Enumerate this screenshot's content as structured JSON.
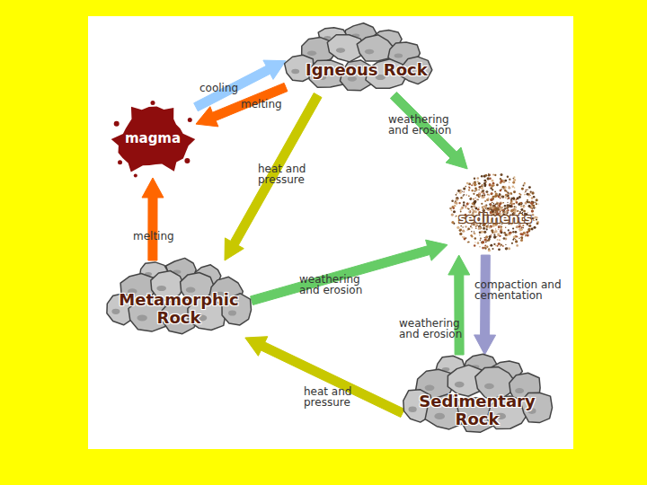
{
  "diagram": {
    "nodes": [
      {
        "text": [
          "Igneous Rock"
        ]
      },
      {
        "text": [
          "magma"
        ]
      },
      {
        "text": [
          "sediments"
        ]
      },
      {
        "text": [
          "Metamorphic Rock"
        ]
      },
      {
        "text": [
          "Sedimentary Rock"
        ]
      }
    ],
    "edges": [
      {
        "from": 1,
        "to": 0,
        "label": "cooling",
        "arrow": "to"
      },
      {
        "from": 0,
        "to": 1,
        "label": "melting",
        "arrow": "to"
      },
      {
        "from": 0,
        "to": 2,
        "label": "weathering and erosion",
        "arrow": "to"
      },
      {
        "from": 0,
        "to": 3,
        "label": "heat and pressure",
        "arrow": "to"
      },
      {
        "from": 3,
        "to": 1,
        "label": "melting",
        "arrow": "to"
      },
      {
        "from": 3,
        "to": 2,
        "label": "weathering and erosion",
        "arrow": "to"
      },
      {
        "from": 2,
        "to": 4,
        "label": "compaction and cementation",
        "arrow": "to"
      },
      {
        "from": 4,
        "to": 2,
        "label": "weathering and erosion",
        "arrow": "to"
      },
      {
        "from": 4,
        "to": 3,
        "label": "heat and pressure",
        "arrow": "to"
      }
    ]
  }
}
